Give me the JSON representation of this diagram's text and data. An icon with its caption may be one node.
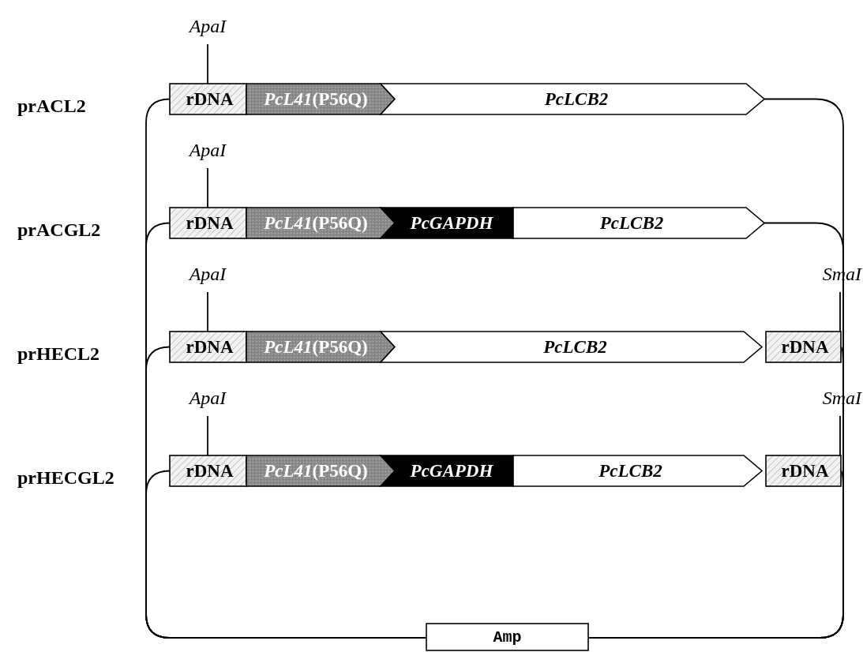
{
  "diagram": {
    "nodes": [
      {
        "text": [
          "ApaI"
        ]
      },
      {
        "text": [
          "rDNA"
        ]
      },
      {
        "text": [
          "*PcL41*(P56Q)"
        ]
      },
      {
        "text": [
          "PcLCB2"
        ]
      },
      {
        "text": [
          "ApaI"
        ]
      },
      {
        "text": [
          "rDNA"
        ]
      },
      {
        "text": [
          "*PcL41*(P56Q)"
        ]
      },
      {
        "text": [
          "PcGAPDH"
        ]
      },
      {
        "text": [
          "PcLCB2"
        ]
      },
      {
        "text": [
          "ApaI"
        ]
      },
      {
        "text": [
          "SmaI"
        ]
      },
      {
        "text": [
          "rDNA"
        ]
      },
      {
        "text": [
          "*PcL41*(P56Q)"
        ]
      },
      {
        "text": [
          "PcLCB2"
        ]
      },
      {
        "text": [
          "rDNA"
        ]
      },
      {
        "text": [
          "ApaI"
        ]
      },
      {
        "text": [
          "SmaI"
        ]
      },
      {
        "text": [
          "rDNA"
        ]
      },
      {
        "text": [
          "*PcL41*(P56Q)"
        ]
      },
      {
        "text": [
          "PcGAPDH"
        ]
      },
      {
        "text": [
          "PcLCB2"
        ]
      },
      {
        "text": [
          "rDNA"
        ]
      },
      {
        "text": [
          "Amp"
        ]
      }
    ],
    "edges": [
      {
        "from": 0,
        "to": 1,
        "arrow": "none"
      },
      {
        "from": 4,
        "to": 5,
        "arrow": "none"
      },
      {
        "from": 9,
        "to": 11,
        "arrow": "none"
      },
      {
        "from": 10,
        "to": 14,
        "arrow": "none"
      },
      {
        "from": 15,
        "to": 17,
        "arrow": "none"
      },
      {
        "from": 16,
        "to": 21,
        "arrow": "none"
      },
      {
        "from": 22,
        "to": 1,
        "arrow": "none"
      },
      {
        "from": 22,
        "to": 5,
        "arrow": "none"
      },
      {
        "from": 22,
        "to": 11,
        "arrow": "none"
      },
      {
        "from": 22,
        "to": 17,
        "arrow": "none"
      },
      {
        "from": 3,
        "to": 22,
        "arrow": "none"
      },
      {
        "from": 8,
        "to": 22,
        "arrow": "none"
      },
      {
        "from": 14,
        "to": 22,
        "arrow": "none"
      },
      {
        "from": 21,
        "to": 22,
        "arrow": "none"
      }
    ],
    "labels": [
      "prACL2",
      "prACGL2",
      "prHECL2",
      "prHECGL2"
    ]
  }
}
